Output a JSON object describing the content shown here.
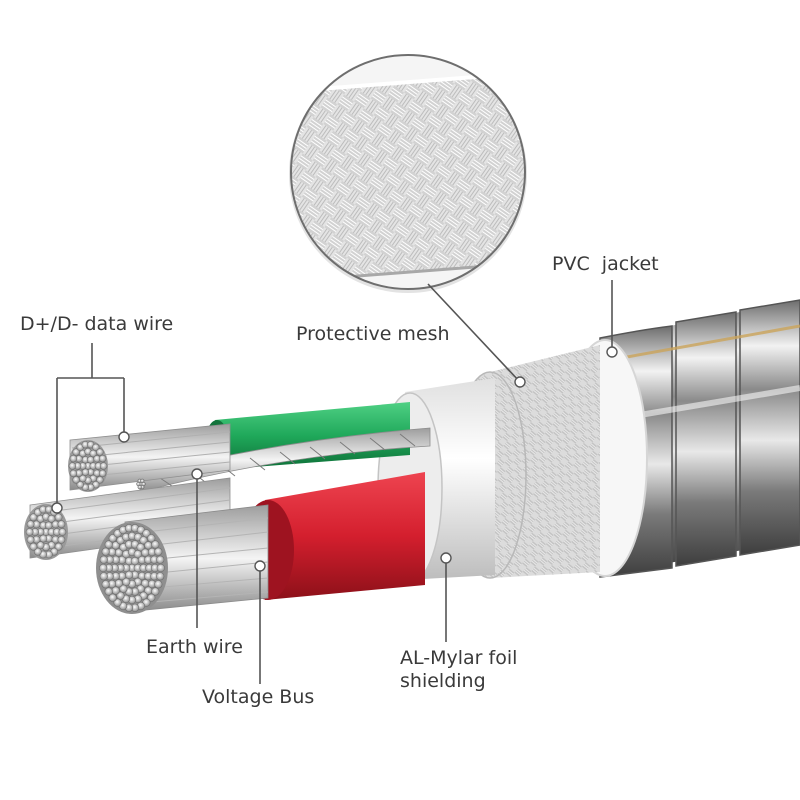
{
  "labels": {
    "pvc_jacket": "PVC  jacket",
    "data_wire": "D+/D- data wire",
    "protective_mesh": "Protective mesh",
    "earth_wire": "Earth wire",
    "foil_shield_line1": "AL-Mylar foil",
    "foil_shield_line2": "shielding",
    "voltage_bus": "Voltage Bus"
  },
  "colors": {
    "green_insulation": "#1fa85a",
    "red_insulation": "#d41f2e",
    "leader_line": "#555555",
    "label_text": "#3a3a3a",
    "jacket_chrome": "#9a9a9a",
    "braid": "#cfcfcf"
  }
}
